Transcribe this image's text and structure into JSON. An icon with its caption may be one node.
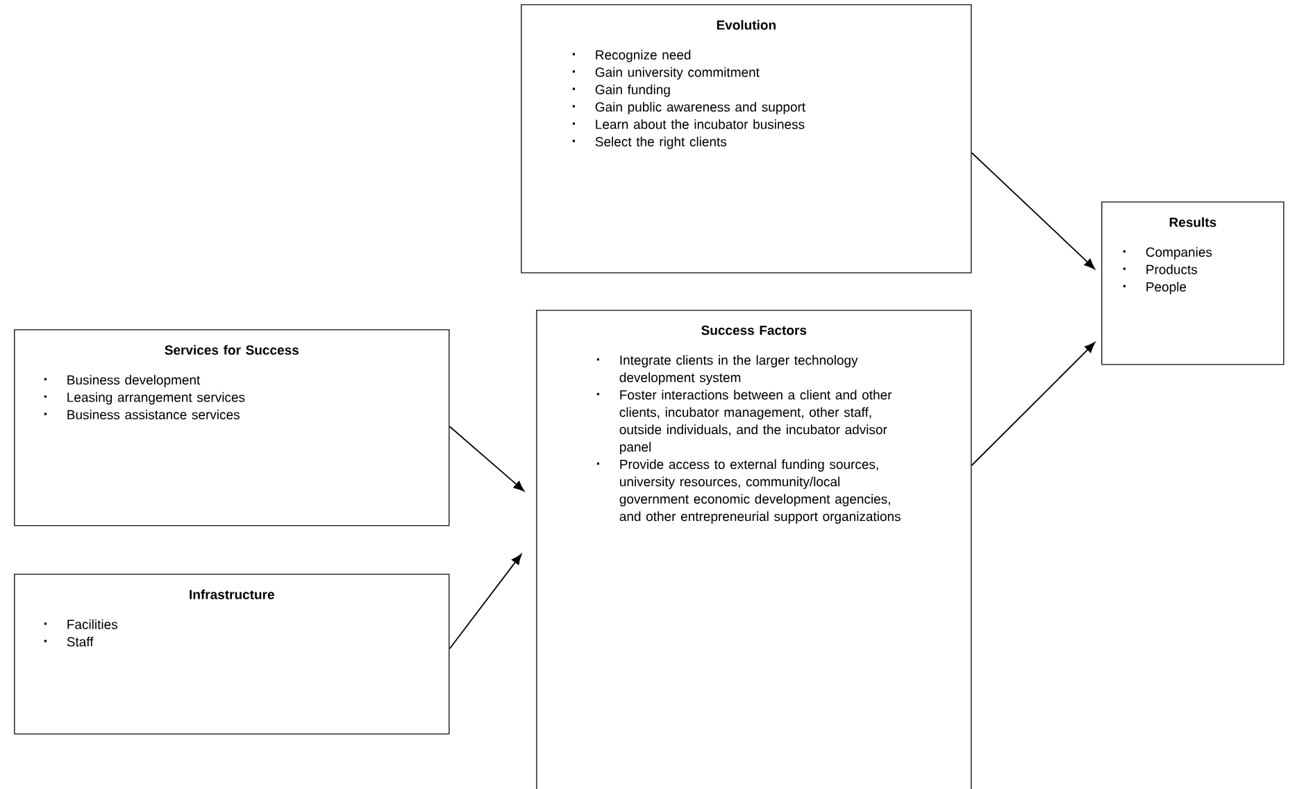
{
  "diagram": {
    "nodes": [
      {
        "text": [
          "Evolution",
          "Recognize need",
          "Gain university commitment",
          "Gain funding",
          "Gain public awareness and support",
          "Learn about the incubator business",
          "Select the right clients"
        ]
      },
      {
        "text": [
          "Results",
          "Companies",
          "Products",
          "People"
        ]
      },
      {
        "text": [
          "Services for Success",
          "Business development",
          "Leasing arrangement services",
          "Business assistance services"
        ]
      },
      {
        "text": [
          "Success Factors",
          "Integrate clients in the larger technology development system",
          "Foster interactions between a client and other clients, incubator management, other staff, outside individuals, and the incubator advisor panel",
          "Provide access to external funding sources, university resources, community/local government economic development agencies, and other entrepreneurial support organizations"
        ]
      },
      {
        "text": [
          "Infrastructure",
          "Facilities",
          "Staff"
        ]
      }
    ],
    "edges": [
      {
        "from": 2,
        "to": 3,
        "arrow": "to"
      },
      {
        "from": 4,
        "to": 3,
        "arrow": "to"
      },
      {
        "from": 0,
        "to": 1,
        "arrow": "to"
      },
      {
        "from": 3,
        "to": 1,
        "arrow": "to"
      }
    ]
  }
}
